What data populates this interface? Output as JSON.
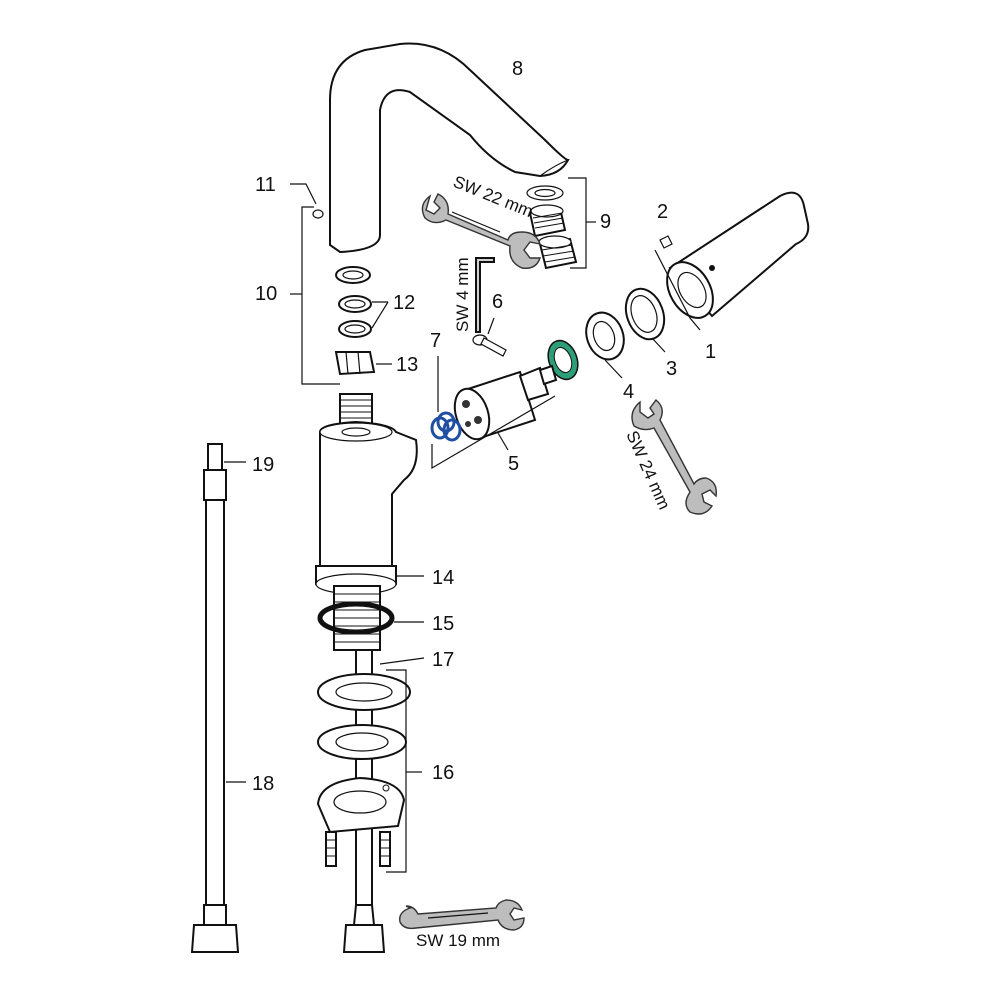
{
  "callouts": [
    "1",
    "2",
    "3",
    "4",
    "5",
    "6",
    "7",
    "8",
    "9",
    "10",
    "11",
    "12",
    "13",
    "14",
    "15",
    "16",
    "17",
    "18",
    "19"
  ],
  "tools": {
    "sw22": "SW 22 mm",
    "sw4": "SW 4 mm",
    "sw24": "SW 24 mm",
    "sw19": "SW 19 mm"
  },
  "colors": {
    "oring_blue": "#1f4fa3",
    "seal_green": "#2e9e78",
    "tool_grey": "#bdbdbd"
  }
}
